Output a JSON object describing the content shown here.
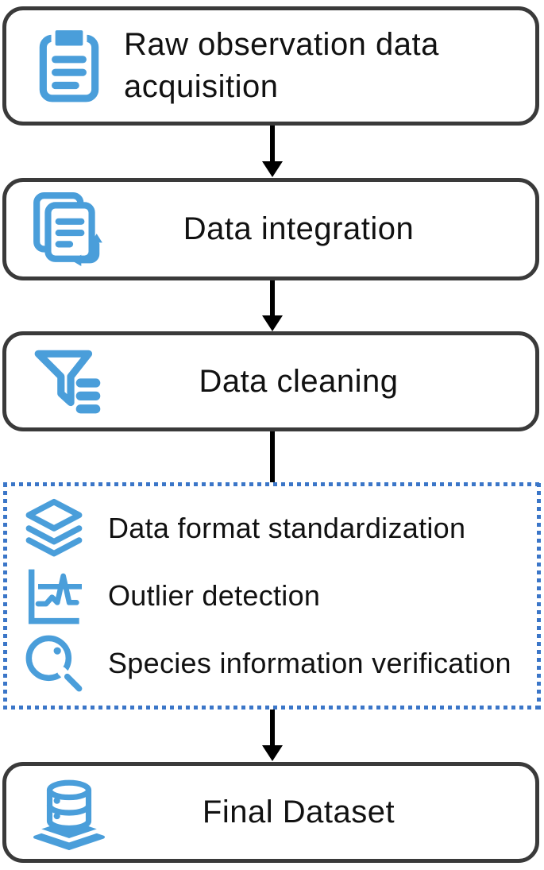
{
  "flow": {
    "steps": [
      {
        "label": "Raw observation data acquisition",
        "icon": "clipboard-icon"
      },
      {
        "label": "Data integration",
        "icon": "documents-sync-icon"
      },
      {
        "label": "Data cleaning",
        "icon": "funnel-icon"
      }
    ],
    "cleaning_detail": {
      "items": [
        {
          "label": "Data format standardization",
          "icon": "layers-icon"
        },
        {
          "label": "Outlier detection",
          "icon": "outlier-chart-icon"
        },
        {
          "label": "Species information verification",
          "icon": "magnifier-icon"
        }
      ]
    },
    "final_step": {
      "label": "Final Dataset",
      "icon": "database-icon"
    },
    "colors": {
      "icon_blue": "#4A9EDA",
      "dashed_border_blue": "#3B76C8",
      "box_border_gray": "#3A3A3A",
      "arrow_black": "#000000",
      "text_black": "#111111",
      "background": "#FFFFFF"
    }
  }
}
